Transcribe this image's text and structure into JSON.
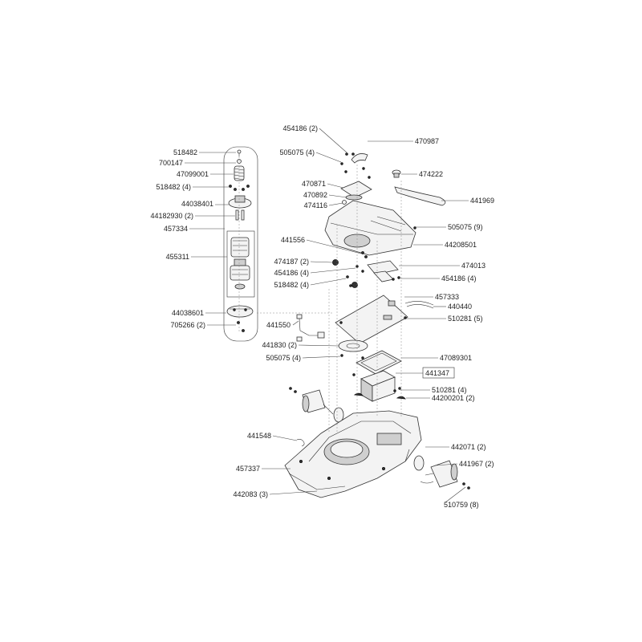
{
  "labels": [
    {
      "id": "l-518482-top",
      "text": "518482"
    },
    {
      "id": "l-700147",
      "text": "700147"
    },
    {
      "id": "l-47099001",
      "text": "47099001"
    },
    {
      "id": "l-518482-4a",
      "text": "518482 (4)"
    },
    {
      "id": "l-44038401",
      "text": "44038401"
    },
    {
      "id": "l-44182930",
      "text": "44182930 (2)"
    },
    {
      "id": "l-457334",
      "text": "457334"
    },
    {
      "id": "l-455311",
      "text": "455311"
    },
    {
      "id": "l-44038601",
      "text": "44038601"
    },
    {
      "id": "l-705266",
      "text": "705266 (2)"
    },
    {
      "id": "l-454186-2",
      "text": "454186 (2)"
    },
    {
      "id": "l-470987",
      "text": "470987"
    },
    {
      "id": "l-505075-4a",
      "text": "505075 (4)"
    },
    {
      "id": "l-474222",
      "text": "474222"
    },
    {
      "id": "l-470871",
      "text": "470871"
    },
    {
      "id": "l-470892",
      "text": "470892"
    },
    {
      "id": "l-441969",
      "text": "441969"
    },
    {
      "id": "l-474116",
      "text": "474116"
    },
    {
      "id": "l-505075-9",
      "text": "505075 (9)"
    },
    {
      "id": "l-441556",
      "text": "441556"
    },
    {
      "id": "l-44208501",
      "text": "44208501"
    },
    {
      "id": "l-474187",
      "text": "474187 (2)"
    },
    {
      "id": "l-474013",
      "text": "474013"
    },
    {
      "id": "l-454186-4a",
      "text": "454186 (4)"
    },
    {
      "id": "l-454186-4b",
      "text": "454186 (4)"
    },
    {
      "id": "l-518482-4b",
      "text": "518482 (4)"
    },
    {
      "id": "l-457333",
      "text": "457333"
    },
    {
      "id": "l-440440",
      "text": "440440"
    },
    {
      "id": "l-441550",
      "text": "441550"
    },
    {
      "id": "l-510281-5",
      "text": "510281 (5)"
    },
    {
      "id": "l-441830",
      "text": "441830 (2)"
    },
    {
      "id": "l-505075-4b",
      "text": "505075 (4)"
    },
    {
      "id": "l-47089301",
      "text": "47089301"
    },
    {
      "id": "l-441347",
      "text": "441347"
    },
    {
      "id": "l-510281-4",
      "text": "510281 (4)"
    },
    {
      "id": "l-44200201",
      "text": "44200201 (2)"
    },
    {
      "id": "l-441548",
      "text": "441548"
    },
    {
      "id": "l-442071",
      "text": "442071 (2)"
    },
    {
      "id": "l-457337",
      "text": "457337"
    },
    {
      "id": "l-441967",
      "text": "441967 (2)"
    },
    {
      "id": "l-442083",
      "text": "442083 (3)"
    },
    {
      "id": "l-510759",
      "text": "510759 (8)"
    }
  ]
}
